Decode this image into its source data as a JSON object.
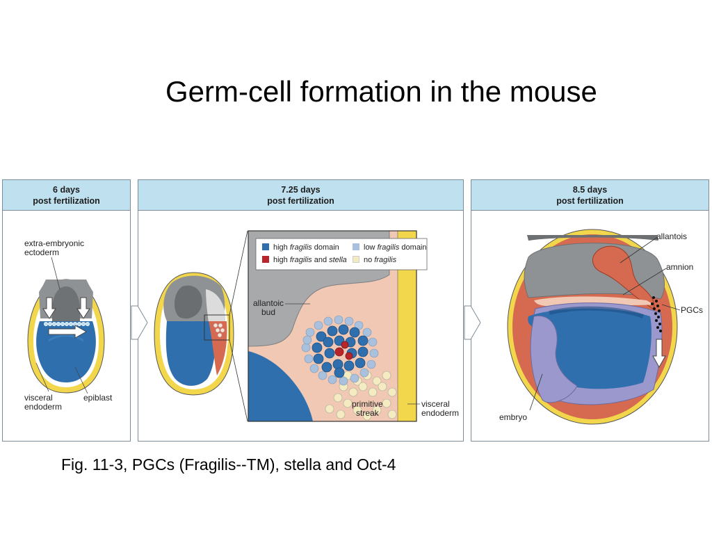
{
  "title": "Germ-cell formation in the mouse",
  "caption": "Fig. 11-3, PGCs (Fragilis--TM), stella and Oct-4",
  "panels": [
    {
      "head_line1": "6 days",
      "head_line2": "post fertilization"
    },
    {
      "head_line1": "7.25 days",
      "head_line2": "post fertilization"
    },
    {
      "head_line1": "8.5 days",
      "head_line2": "post fertilization"
    }
  ],
  "labels": {
    "extra_embryonic_1": "extra-embryonic",
    "extra_embryonic_2": "ectoderm",
    "visceral_endoderm_1": "visceral",
    "visceral_endoderm_2": "endoderm",
    "epiblast": "epiblast",
    "allantoic_bud_1": "allantoic",
    "allantoic_bud_2": "bud",
    "primitive_streak_1": "primitive",
    "primitive_streak_2": "streak",
    "visceral_endoderm_b1": "visceral",
    "visceral_endoderm_b2": "endoderm",
    "allantois": "allantois",
    "amnion": "amnion",
    "pgcs": "PGCs",
    "embryo": "embryo"
  },
  "legend": [
    {
      "pre": "high ",
      "italic": "fragilis",
      "post": " domain",
      "color": "#2f6fae"
    },
    {
      "pre": "low ",
      "italic": "fragilis",
      "post": " domain",
      "color": "#a9c1dc"
    },
    {
      "pre": "high ",
      "italic": "fragilis",
      "post": " and stella",
      "color": "#b8262b",
      "italic2": "stella"
    },
    {
      "pre": "no ",
      "italic": "fragilis",
      "post": "",
      "color": "#f4ecc0"
    }
  ],
  "colors": {
    "header_bg": "#bfe0ee",
    "epiblast_blue": "#2f6fae",
    "yellow": "#f2d64b",
    "gray": "#8f9294",
    "salmon": "#d56a50",
    "lavender": "#9a98cc"
  }
}
